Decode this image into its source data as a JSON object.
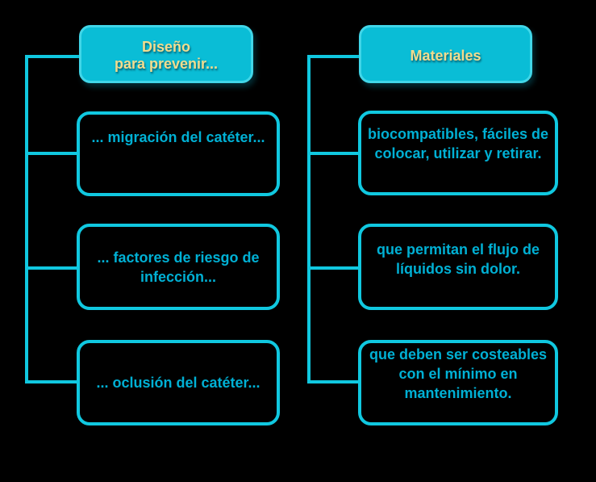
{
  "diagram": {
    "background_color": "#000000",
    "connector_color": "#10c8e0",
    "node_border_color": "#10c8e0",
    "node_text_color": "#00b0d4",
    "header_fill_color": "#0abdd6",
    "header_text_color": "#f2dc8e",
    "columns": [
      {
        "id": "diseno",
        "header": "Diseño\npara prevenir...",
        "items": [
          "... migración del catéter...",
          "... factores de riesgo de\ninfección...",
          "... oclusión del catéter..."
        ]
      },
      {
        "id": "materiales",
        "header": "Materiales",
        "items": [
          "biocompatibles, fáciles de\ncolocar, utilizar y retirar.",
          "que permitan el flujo de\nlíquidos sin dolor.",
          "que deben ser costeables\ncon el mínimo en\nmantenimiento."
        ]
      }
    ]
  }
}
